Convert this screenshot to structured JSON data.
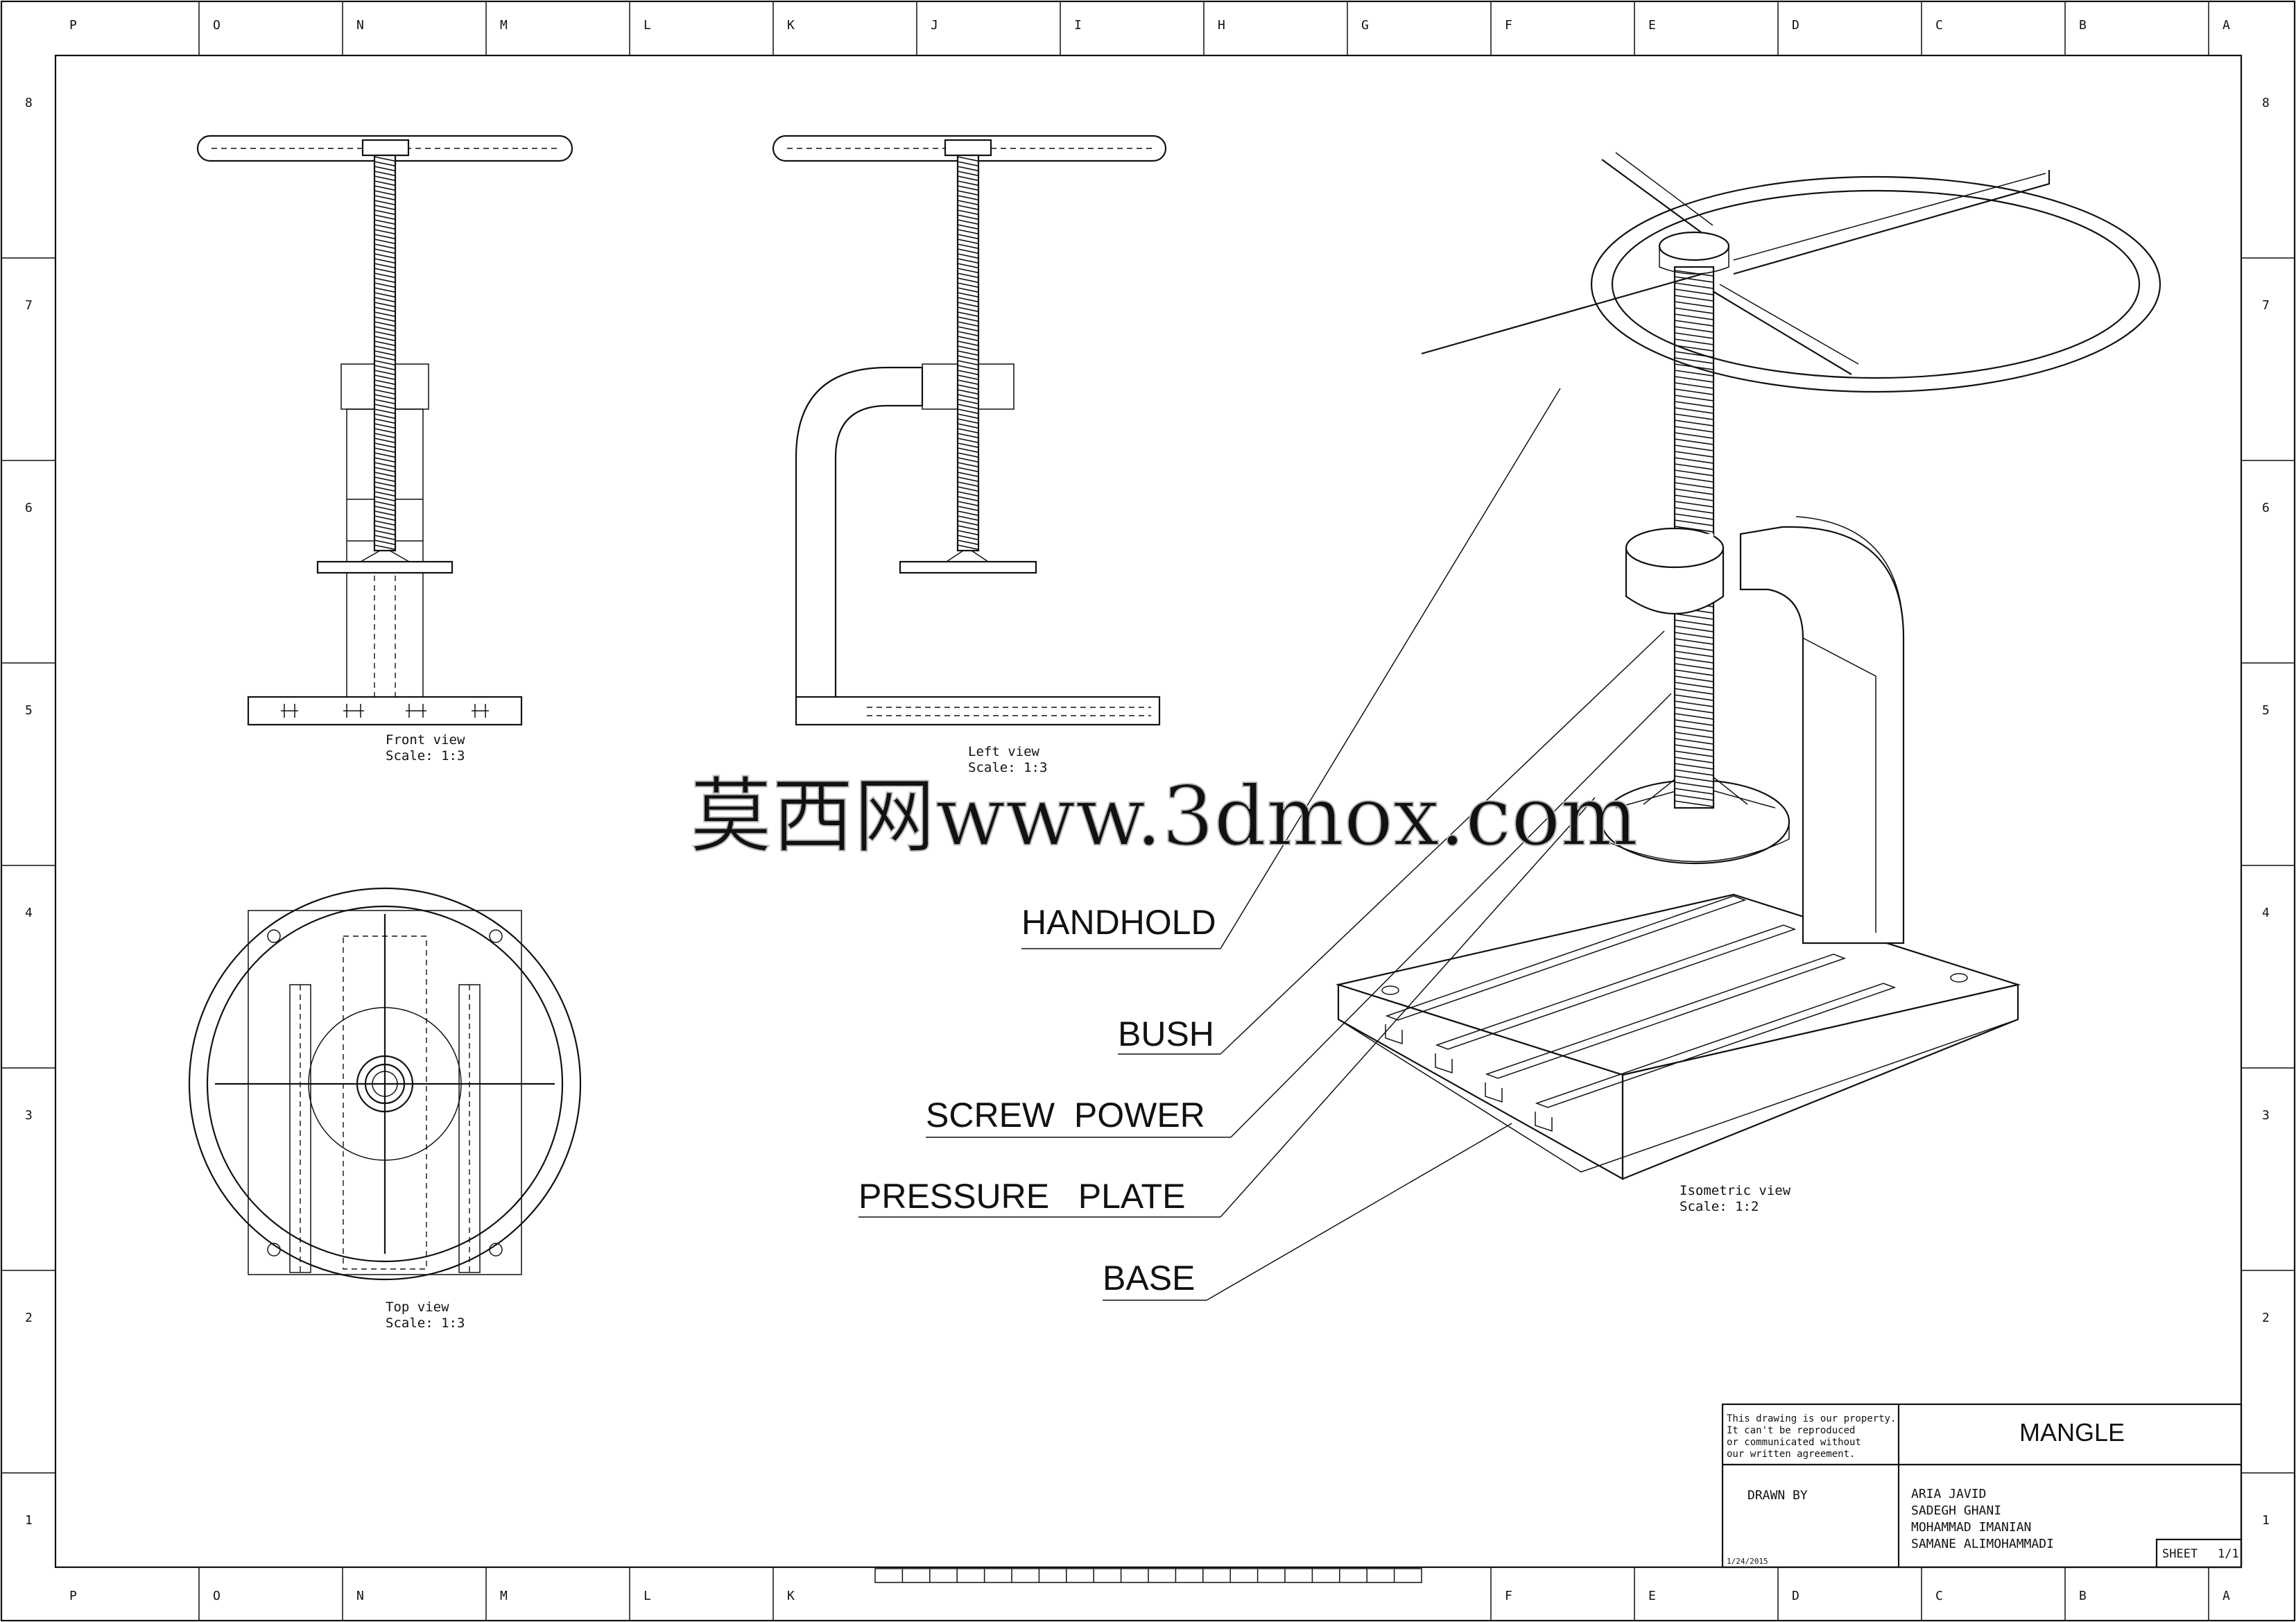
{
  "border": {
    "top_letters": [
      "P",
      "O",
      "N",
      "M",
      "L",
      "K",
      "J",
      "I",
      "H",
      "G",
      "F",
      "E",
      "D",
      "C",
      "B",
      "A"
    ],
    "bottom_letters": [
      "P",
      "O",
      "N",
      "M",
      "L",
      "K",
      "F",
      "E",
      "D",
      "C",
      "B",
      "A"
    ],
    "side_numbers": [
      "8",
      "7",
      "6",
      "5",
      "4",
      "3",
      "2",
      "1"
    ]
  },
  "views": {
    "front": {
      "title": "Front view",
      "scale": "Scale:  1:3"
    },
    "left": {
      "title": "Left view",
      "scale": "Scale:  1:3"
    },
    "top": {
      "title": "Top view",
      "scale": "Scale:  1:3"
    },
    "isometric": {
      "title": "Isometric view",
      "scale": "Scale:  1:2"
    }
  },
  "callouts": [
    "HANDHOLD",
    "BUSH",
    "SCREW  POWER",
    "PRESSURE   PLATE",
    "BASE"
  ],
  "watermark": "莫西网www.3dmox.com",
  "title_block": {
    "notice": [
      "This drawing is our property.",
      "It can't be reproduced",
      "or communicated without",
      "our written agreement."
    ],
    "title": "MANGLE",
    "drawn_by_label": "DRAWN BY",
    "authors": [
      "ARIA JAVID",
      "SADEGH GHANI",
      "MOHAMMAD IMANIAN",
      "SAMANE ALIMOHAMMADI"
    ],
    "date": "1/24/2015",
    "sheet_label": "SHEET",
    "sheet_value": "1/1"
  }
}
